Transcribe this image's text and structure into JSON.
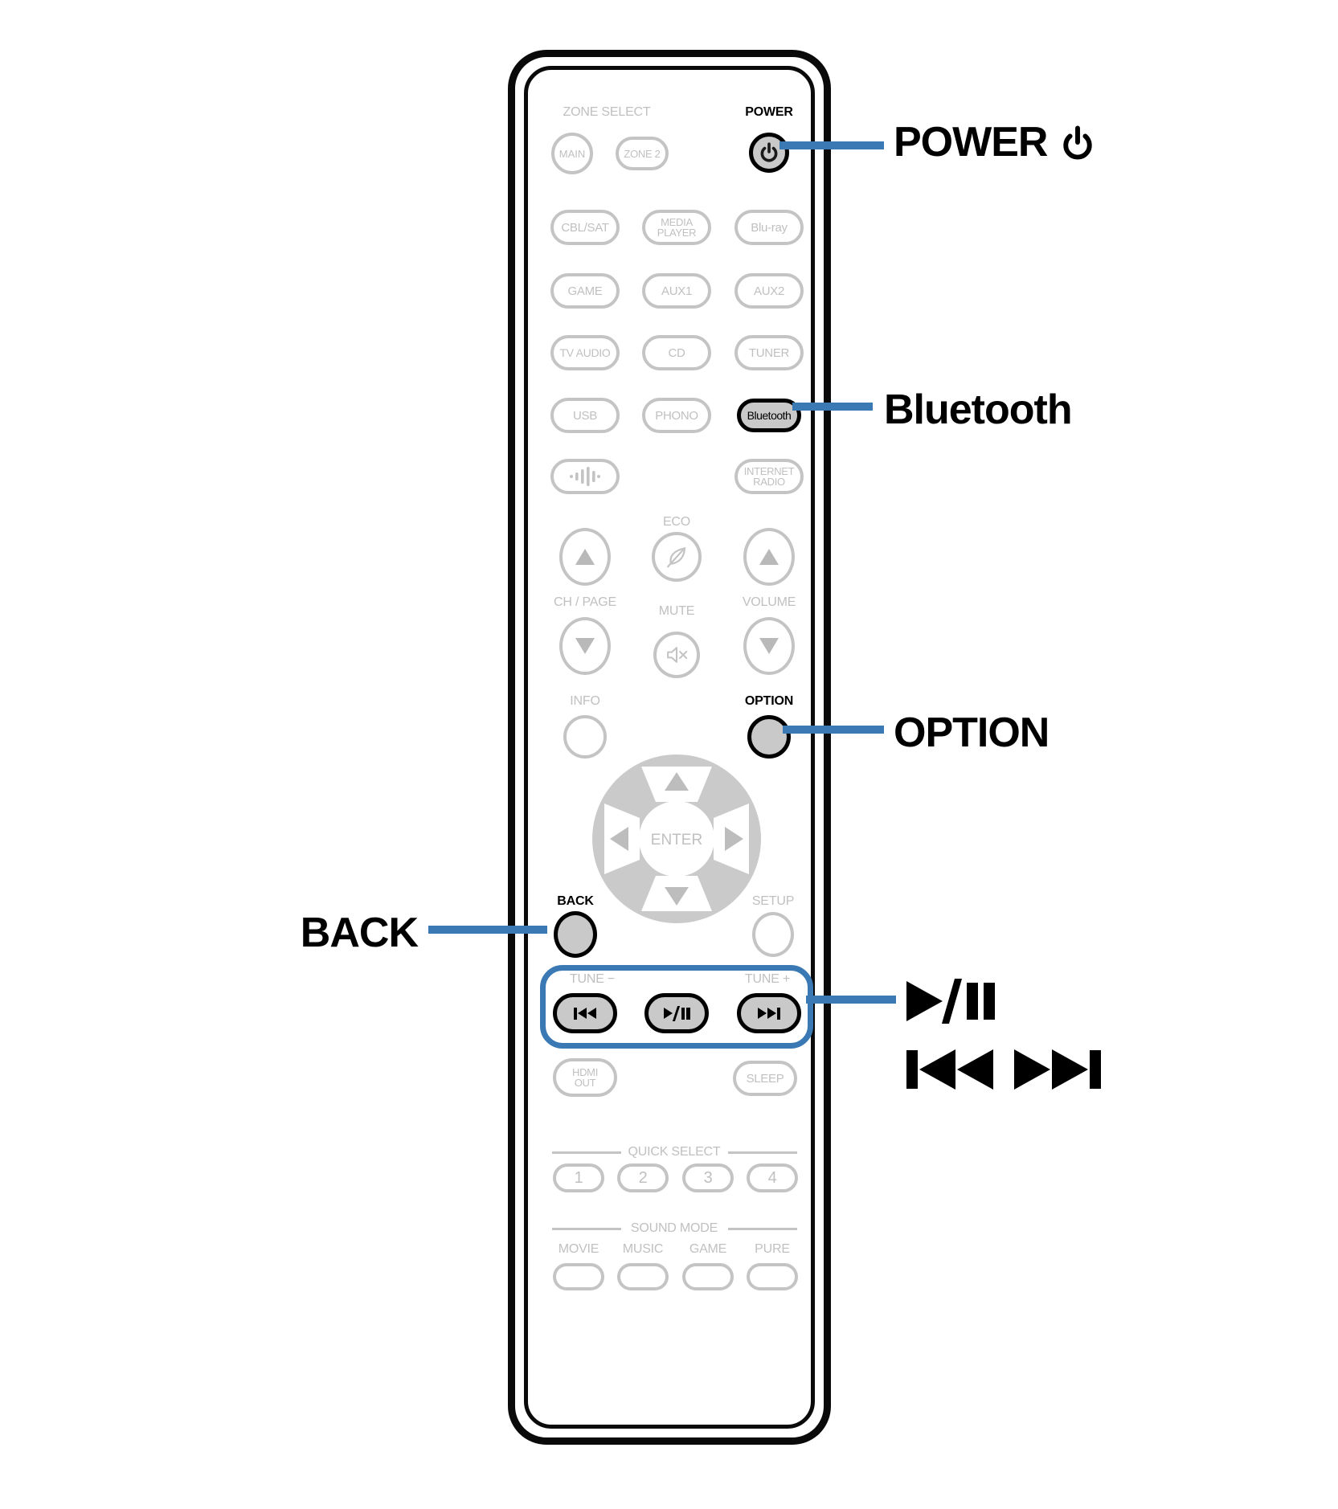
{
  "colors": {
    "accent_blue": "#3B79B4",
    "button_fill": "#C9C9C9",
    "inactive_gray": "#C3C3C3",
    "black": "#000000"
  },
  "callouts": {
    "power": {
      "label": "POWER",
      "icon": "power-icon"
    },
    "bluetooth": {
      "label": "Bluetooth"
    },
    "option": {
      "label": "OPTION"
    },
    "back": {
      "label": "BACK"
    },
    "play_pause": {
      "icon": "play-pause-glyph",
      "text": "▶/❚❚"
    },
    "skip": {
      "icon": "skip-back-forward-glyph",
      "text": "❚◀◀ ▶▶❚"
    }
  },
  "remote": {
    "top": {
      "zone_select": "ZONE SELECT",
      "power_label": "POWER",
      "main": "MAIN",
      "zone2": "ZONE 2"
    },
    "sources": {
      "cbl_sat": "CBL/SAT",
      "media_player": "MEDIA\nPLAYER",
      "blu_ray": "Blu-ray",
      "game": "GAME",
      "aux1": "AUX1",
      "aux2": "AUX2",
      "tv_audio": "TV AUDIO",
      "cd": "CD",
      "tuner": "TUNER",
      "usb": "USB",
      "phono": "PHONO",
      "bluetooth": "Bluetooth",
      "internet_radio": "INTERNET\nRADIO"
    },
    "center": {
      "eco": "ECO",
      "ch_page": "CH / PAGE",
      "mute": "MUTE",
      "volume": "VOLUME",
      "info": "INFO",
      "option": "OPTION"
    },
    "nav": {
      "enter": "ENTER",
      "back": "BACK",
      "setup": "SETUP"
    },
    "tune": {
      "minus": "TUNE −",
      "plus": "TUNE +"
    },
    "lower": {
      "hdmi_out": "HDMI\nOUT",
      "sleep": "SLEEP"
    },
    "quick_select": {
      "label": "QUICK SELECT",
      "n1": "1",
      "n2": "2",
      "n3": "3",
      "n4": "4"
    },
    "sound_mode": {
      "label": "SOUND MODE",
      "movie": "MOVIE",
      "music": "MUSIC",
      "game": "GAME",
      "pure": "PURE"
    }
  }
}
